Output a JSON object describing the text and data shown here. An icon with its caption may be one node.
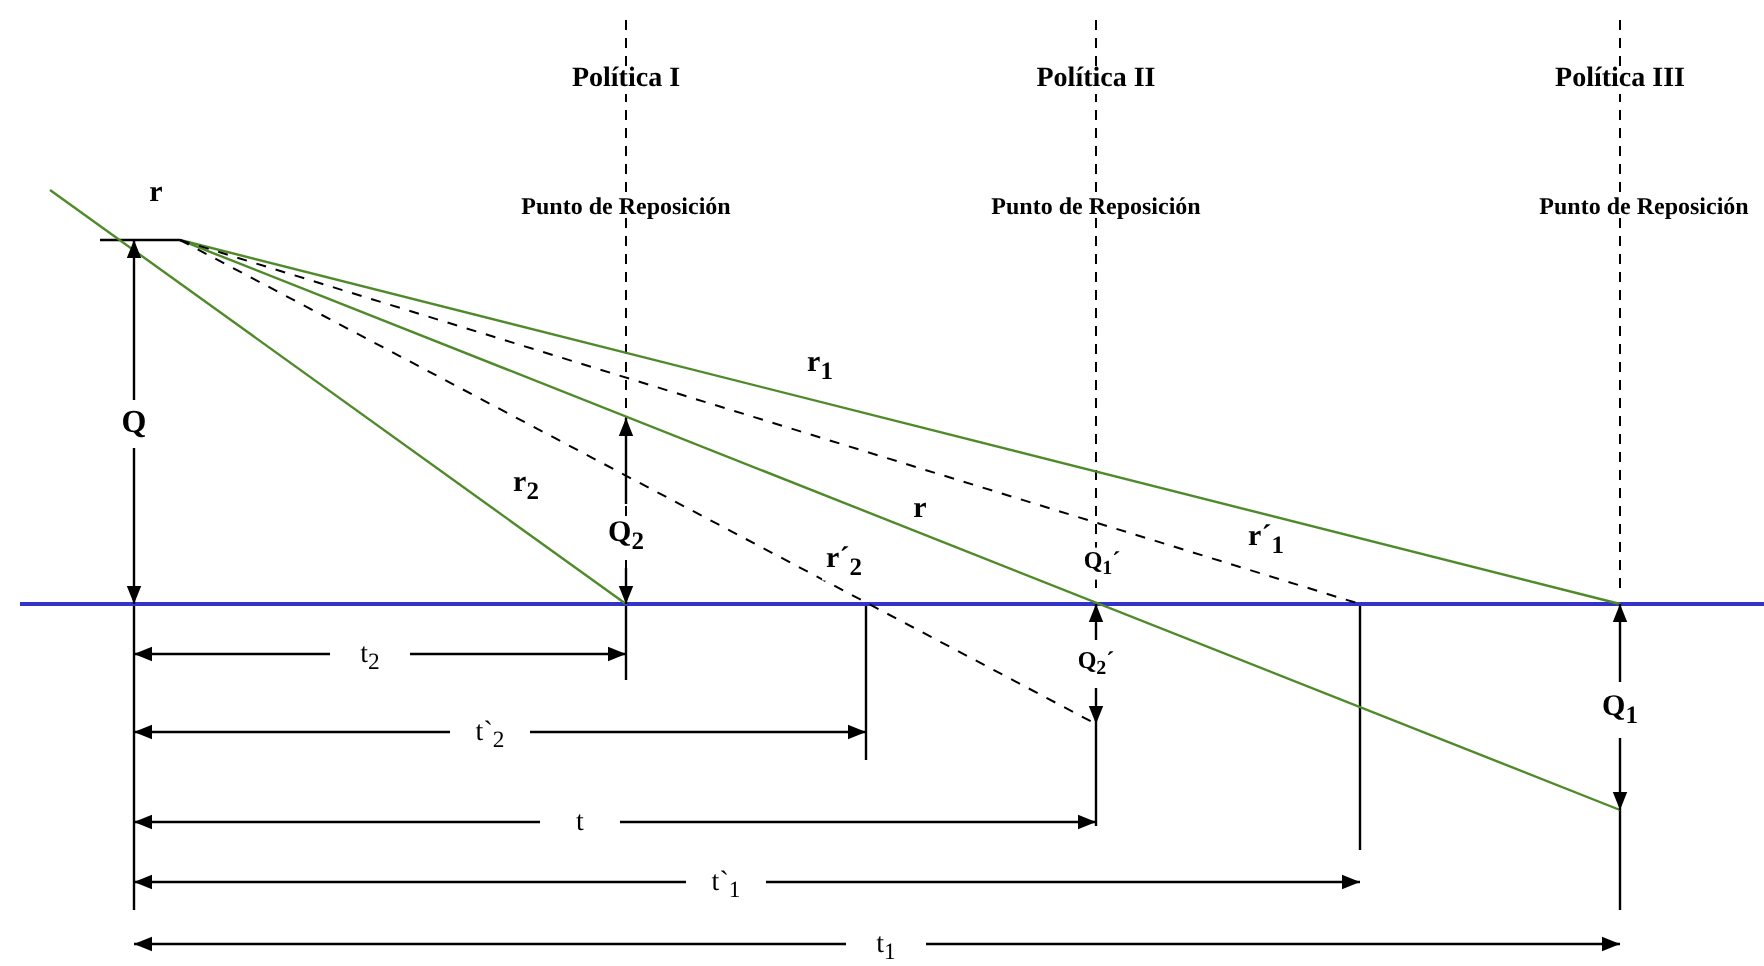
{
  "diagram": {
    "labels": [
      "Política I",
      "Política II",
      "Política III",
      "r",
      "Punto de Reposición",
      "Punto de Reposición",
      "Punto de Reposición",
      "Q",
      "r$_{1}$",
      "r$_{2}$",
      "r",
      "Q$_{2}$",
      "r´$_{2}$",
      "Q$_{1}$´",
      "r´$_{1}$",
      "Q$_{2}$´",
      "Q$_{1}$",
      "t$_{2}$",
      "t`$_{2}$",
      "t",
      "t`$_{1}$",
      "t$_{1}$"
    ]
  }
}
